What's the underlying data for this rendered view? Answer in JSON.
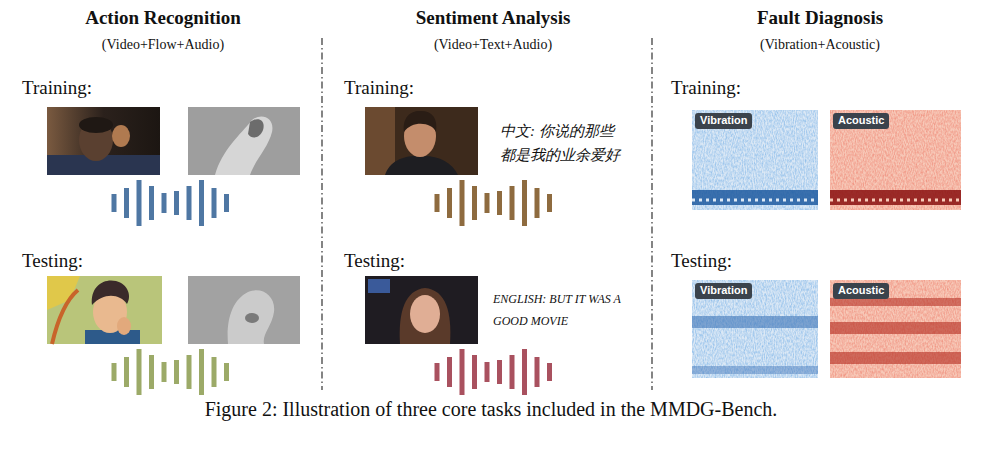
{
  "diagram": {
    "caption": "Figure 2: Illustration of three core tasks included in the MMDG-Bench.",
    "nodes": [
      {
        "text": [
          "Vibration"
        ]
      },
      {
        "text": [
          "Acoustic"
        ]
      },
      {
        "text": [
          "Vibration"
        ]
      },
      {
        "text": [
          "Acoustic"
        ]
      }
    ],
    "labels": [
      "Action Recognition",
      "(Video+Flow+Audio)",
      "Training:",
      "Testing:",
      "Sentiment Analysis",
      "(Video+Text+Audio)",
      "Training:",
      "中文: 你说的那些 都是我的业余爱好",
      "Testing:",
      "ENGLISH: BUT IT WAS A GOOD MOVIE",
      "Fault Diagnosis",
      "(Vibration+Acoustic)",
      "Training:",
      "Testing:"
    ]
  }
}
